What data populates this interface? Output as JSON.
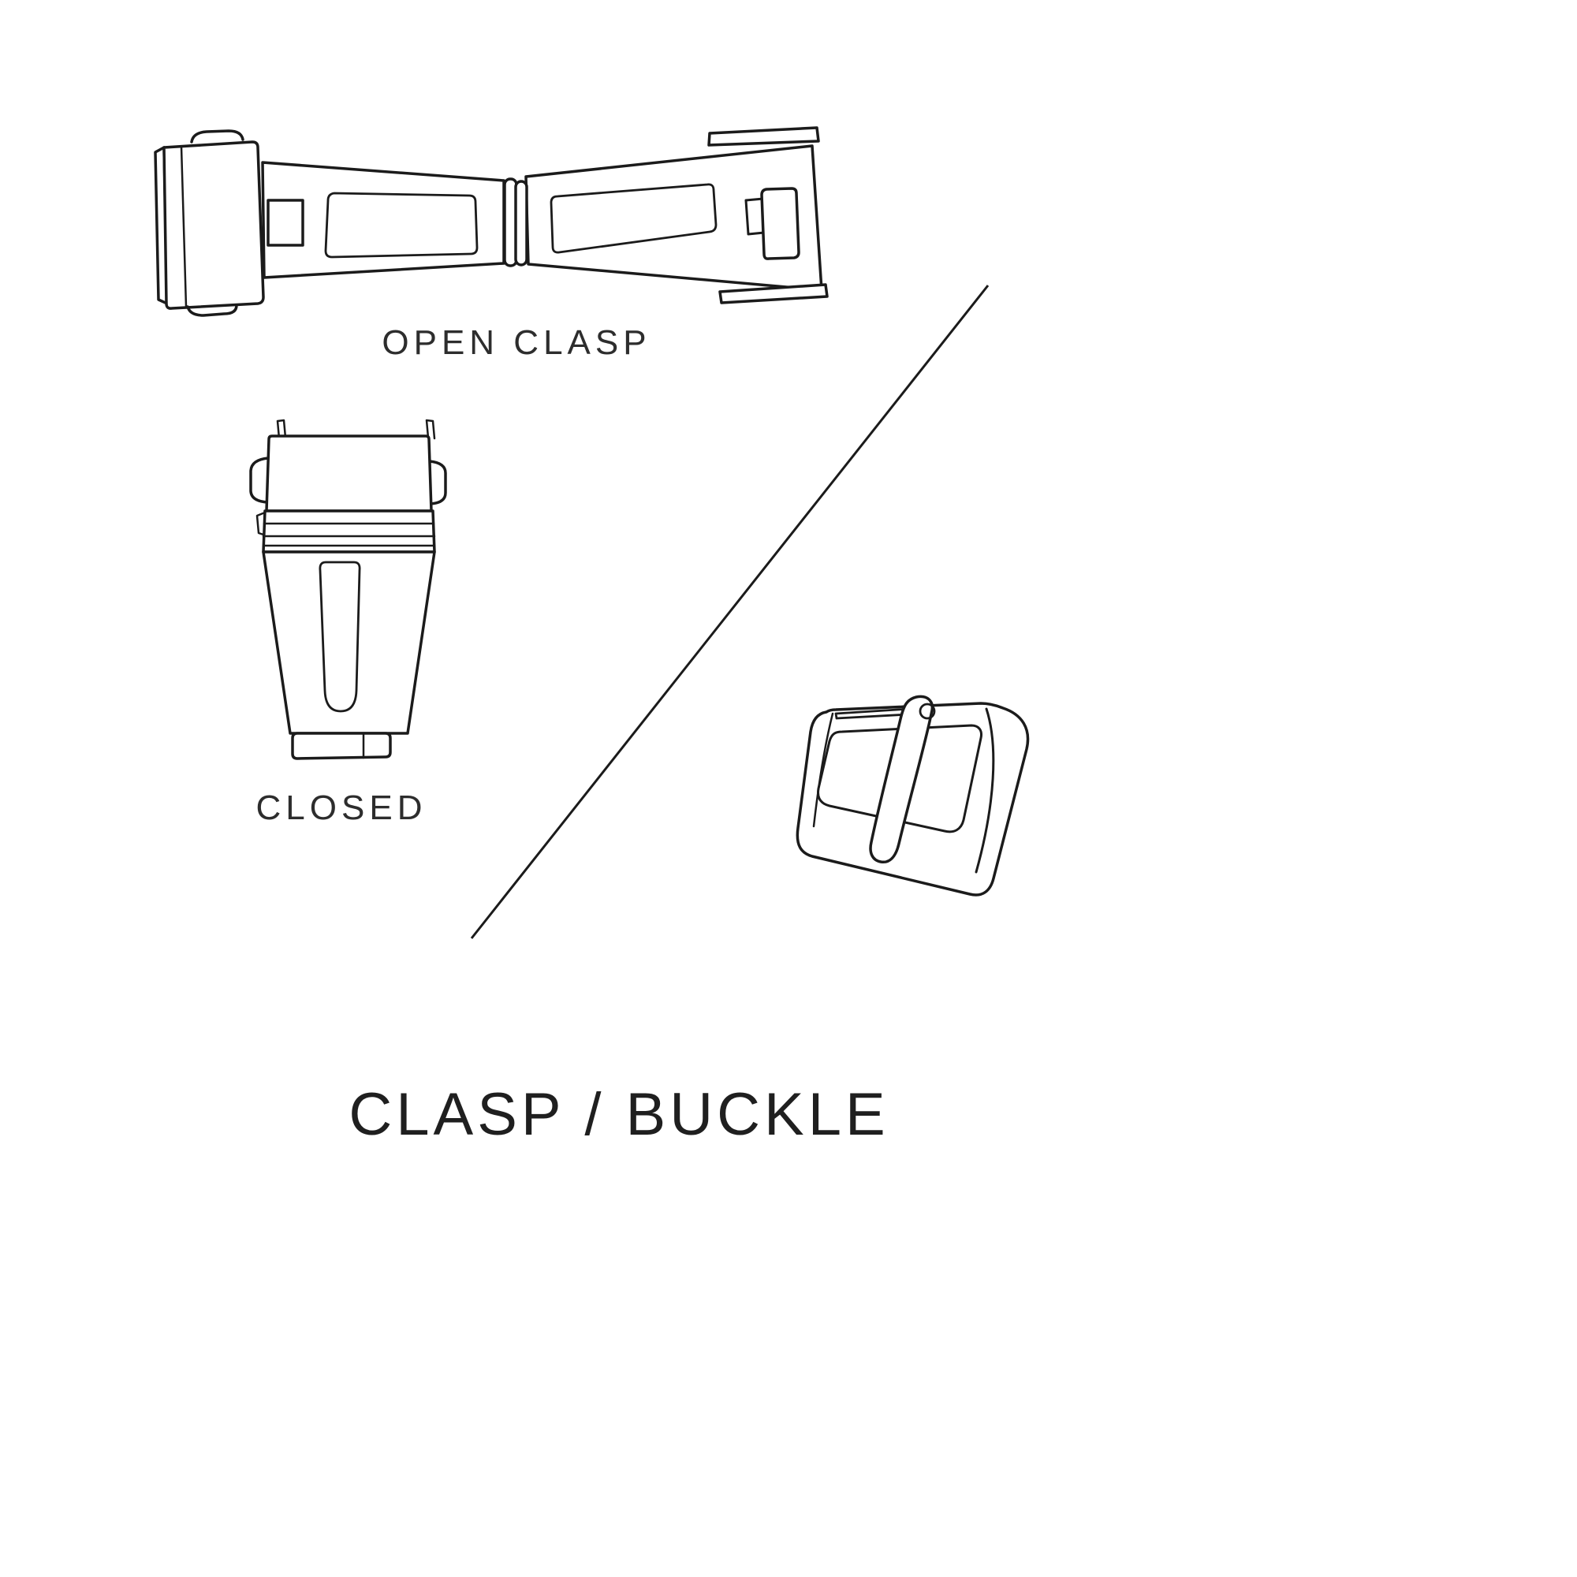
{
  "figure": {
    "title": "CLASP / BUCKLE",
    "labels": {
      "open_clasp": "OPEN CLASP",
      "closed": "CLOSED"
    },
    "colors": {
      "background": "#ffffff",
      "line": "#1b1b1b",
      "text": "#2d2d2d"
    },
    "icons": [
      {
        "name": "open-clasp-illustration"
      },
      {
        "name": "closed-clasp-illustration"
      },
      {
        "name": "buckle-illustration"
      },
      {
        "name": "divider-line"
      }
    ]
  }
}
